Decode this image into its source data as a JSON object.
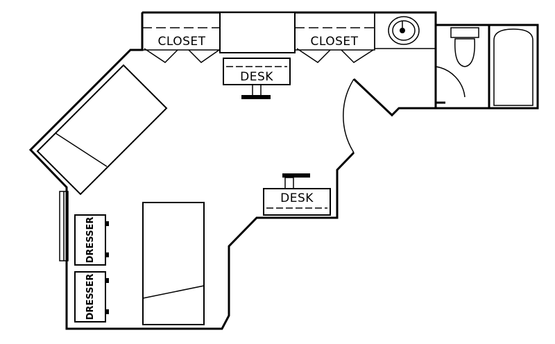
{
  "labels": {
    "closet_left": "CLOSET",
    "closet_right": "CLOSET",
    "desk_top": "DESK",
    "desk_middle": "DESK",
    "dresser_top": "DRESSER",
    "dresser_bottom": "DRESSER"
  }
}
